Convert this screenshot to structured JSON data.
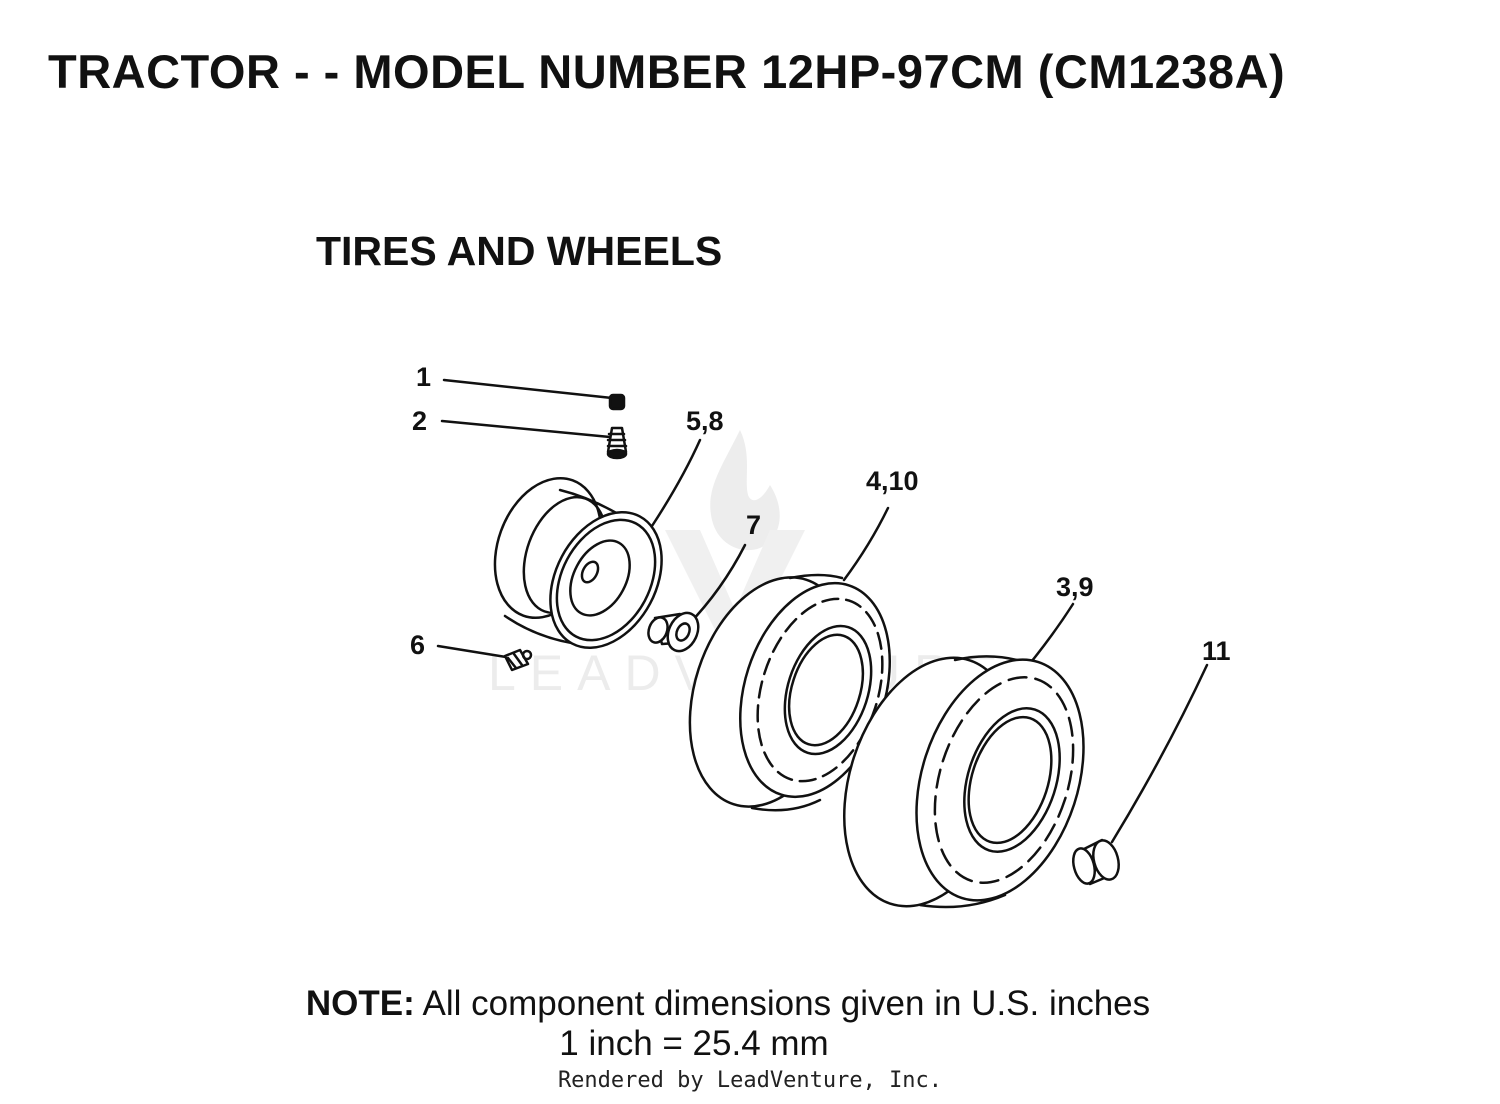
{
  "page": {
    "title": "TRACTOR - - MODEL NUMBER 12HP-97CM (CM1238A)",
    "section_title": "TIRES AND WHEELS"
  },
  "callouts": {
    "c1": "1",
    "c2": "2",
    "c58": "5,8",
    "c410": "4,10",
    "c7": "7",
    "c39": "3,9",
    "c6": "6",
    "c11": "11"
  },
  "watermark": {
    "text": "LEADVENTURE"
  },
  "note": {
    "label": "NOTE:",
    "line1": "All component dimensions given in U.S. inches",
    "line2": "1 inch = 25.4 mm"
  },
  "footer": {
    "rendered_by": "Rendered by LeadVenture, Inc."
  },
  "colors": {
    "ink": "#111111",
    "watermark": "#ececec"
  }
}
